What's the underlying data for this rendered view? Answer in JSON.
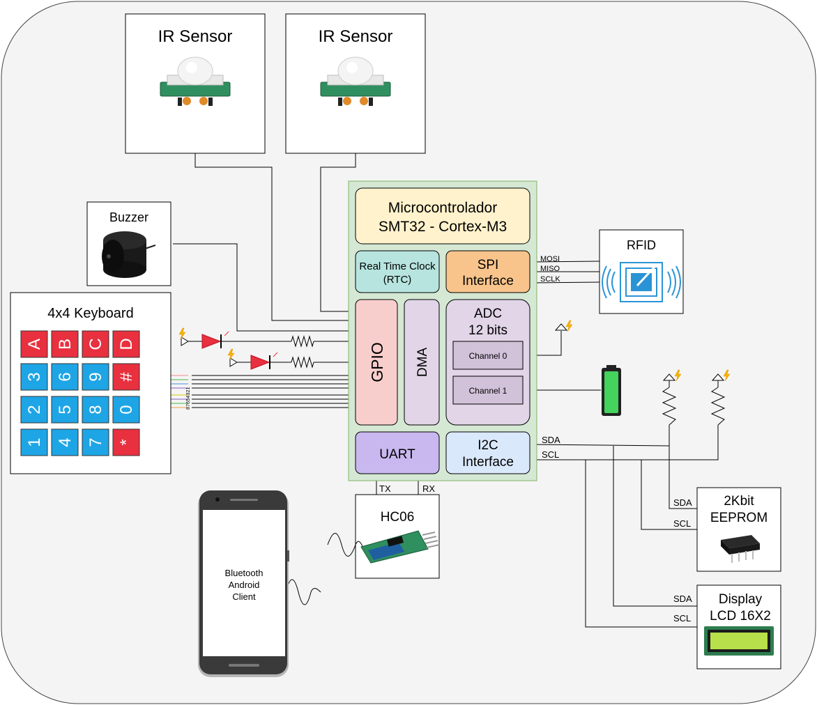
{
  "ir_sensor_1": {
    "title": "IR Sensor"
  },
  "ir_sensor_2": {
    "title": "IR Sensor"
  },
  "buzzer": {
    "title": "Buzzer"
  },
  "keyboard": {
    "title": "4x4 Keyboard",
    "rows": [
      [
        "A",
        "B",
        "C",
        "D"
      ],
      [
        "3",
        "6",
        "9",
        "#"
      ],
      [
        "2",
        "5",
        "8",
        "0"
      ],
      [
        "1",
        "4",
        "7",
        "*"
      ]
    ],
    "pin_numbers": "87654321"
  },
  "mcu": {
    "title_line1": "Microcontrolador",
    "title_line2": "SMT32 - Cortex-M3",
    "rtc_line1": "Real Time Clock",
    "rtc_line2": "(RTC)",
    "spi_line1": "SPI",
    "spi_line2": "Interface",
    "gpio": "GPIO",
    "dma": "DMA",
    "adc_line1": "ADC",
    "adc_line2": "12 bits",
    "channel0": "Channel 0",
    "channel1": "Channel 1",
    "uart": "UART",
    "i2c_line1": "I2C",
    "i2c_line2": "Interface"
  },
  "rfid": {
    "title": "RFID",
    "mosi": "MOSI",
    "miso": "MISO",
    "sclk": "SCLK"
  },
  "i2c_bus": {
    "sda": "SDA",
    "scl": "SCL"
  },
  "hc06": {
    "title": "HC06",
    "tx": "TX",
    "rx": "RX"
  },
  "eeprom": {
    "line1": "2Kbit",
    "line2": "EEPROM",
    "sda": "SDA",
    "scl": "SCL"
  },
  "display": {
    "line1": "Display",
    "line2": "LCD 16X2",
    "sda": "SDA",
    "scl": "SCL"
  },
  "phone": {
    "line1": "Bluetooth",
    "line2": "Android",
    "line3": "Client"
  },
  "colors": {
    "mcu_bg": "#d5e8d4",
    "title_box": "#fff2cc",
    "rtc": "#b7e4df",
    "spi": "#f8c48c",
    "gpio": "#f8cecc",
    "dma": "#e1d5e7",
    "adc": "#e1d5e7",
    "uart": "#c9b8ef",
    "i2c": "#dae8fc",
    "key_red": "#e8303f",
    "key_blue": "#1ea5e6",
    "led_red": "#e8303f",
    "battery_green": "#44d35c",
    "lightning": "#f5b400"
  }
}
